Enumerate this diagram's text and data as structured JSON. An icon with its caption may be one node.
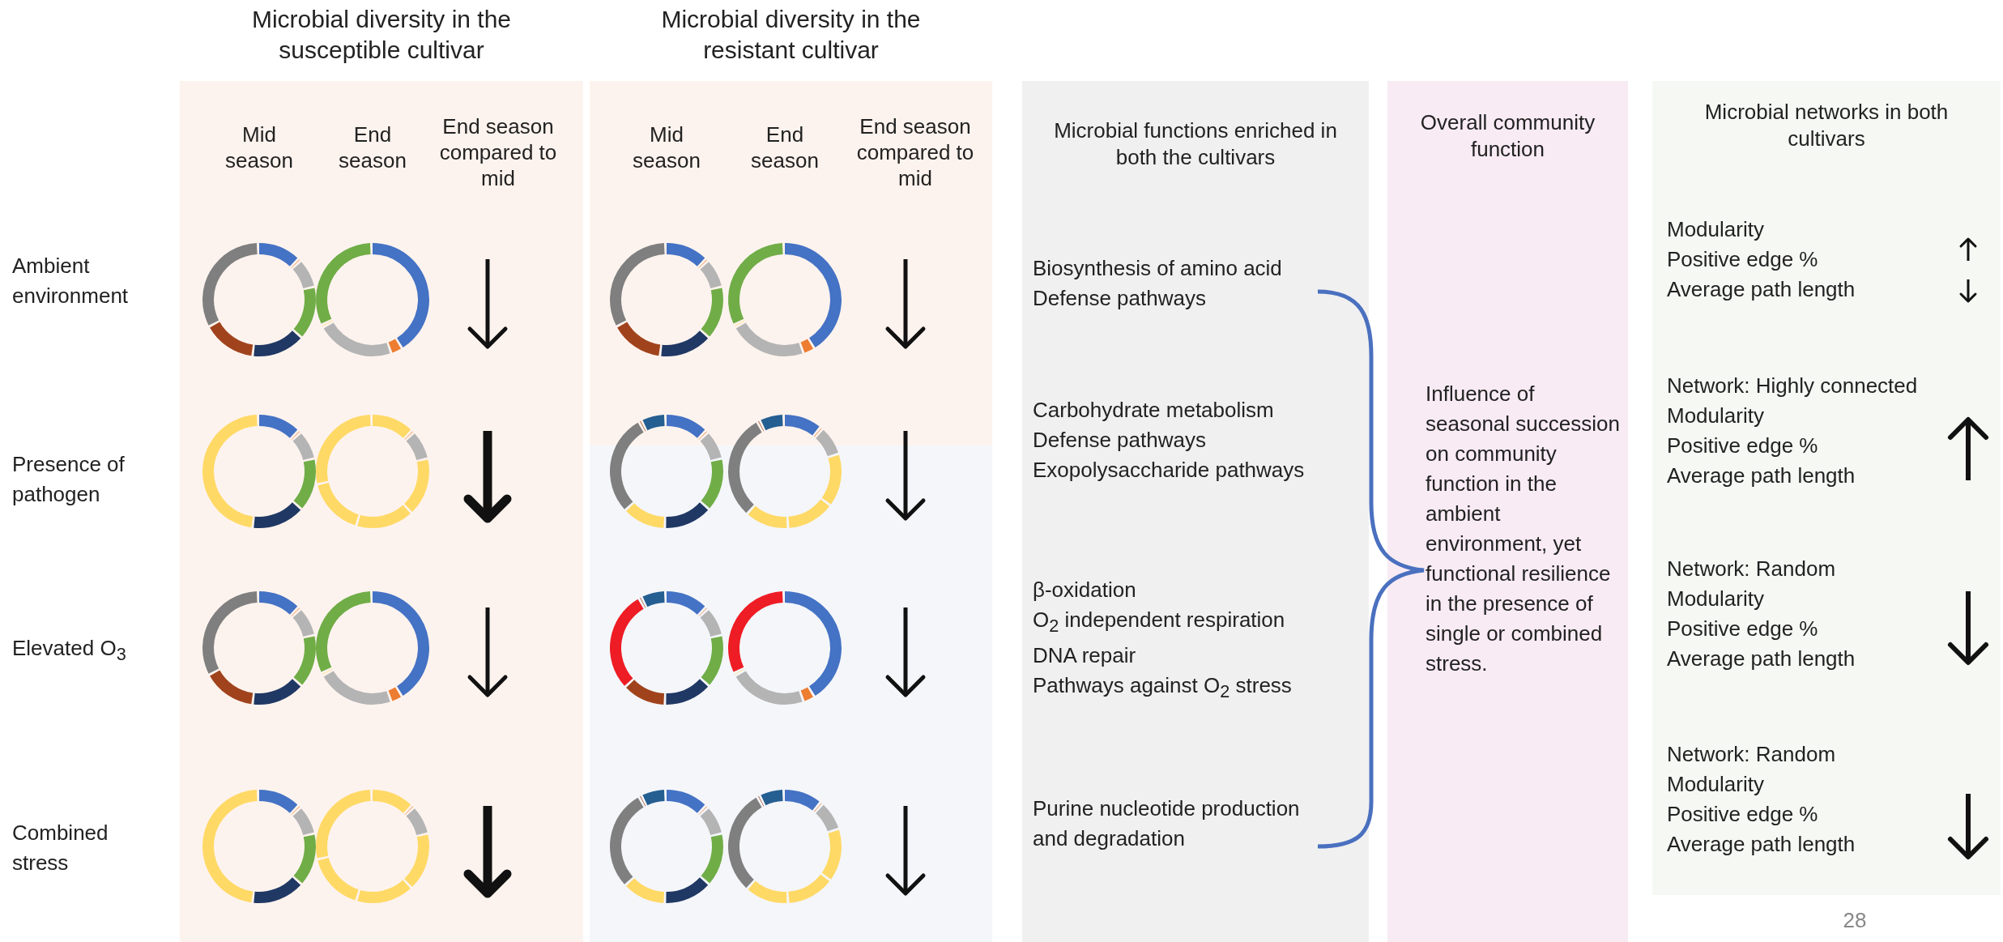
{
  "diagram": {
    "nodes": [
      {
        "text": [
          "Microbial diversity in the susceptible cultivar"
        ]
      },
      {
        "text": [
          "Microbial diversity in the resistant cultivar"
        ]
      },
      {
        "text": [
          "Microbial functions enriched in both the cultivars"
        ]
      },
      {
        "text": [
          "Overall community function"
        ]
      },
      {
        "text": [
          "Microbial networks in both cultivars"
        ]
      }
    ],
    "labels": [
      "Ambient environment",
      "Presence of pathogen",
      "Elevated O$_{3}$",
      "Combined stress",
      "Mid season",
      "End season",
      "End season compared to mid",
      "Mid season",
      "End season",
      "End season compared to mid",
      "Biosynthesis of amino acid",
      "Defense pathways",
      "Carbohydrate metabolism",
      "Defense pathways",
      "Exopolysaccharide pathways",
      "β-oxidation",
      "O$_{2}$ independent respiration",
      "DNA repair",
      "Pathways against O$_{2}$ stress",
      "Purine nucleotide production and degradation",
      "Influence of seasonal succession on community function in the ambient environment, yet functional resilience in the presence of single or combined stress.",
      "Modularity",
      "Positive edge %",
      "Average path length",
      "Network: Highly connected",
      "Modularity",
      "Positive edge %",
      "Average path length",
      "Network: Random",
      "Modularity",
      "Positive edge %",
      "Average path length",
      "Network: Random",
      "Modularity",
      "Positive edge %",
      "Average path length",
      "28"
    ]
  }
}
